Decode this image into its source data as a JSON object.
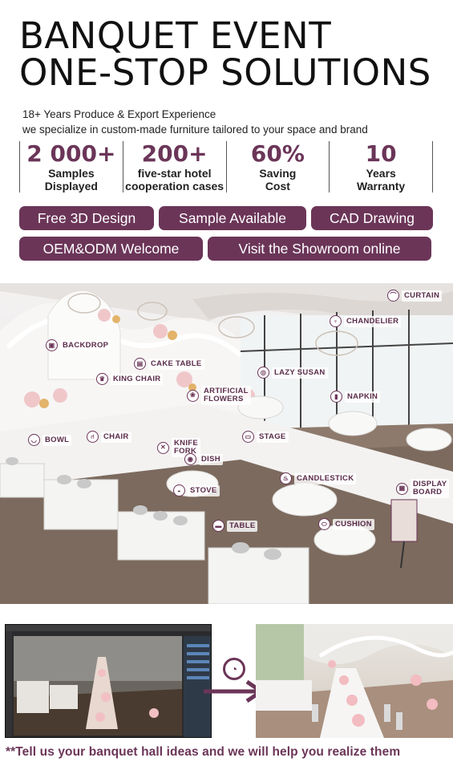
{
  "title": {
    "line1": "BANQUET EVENT",
    "line2": "ONE-STOP SOLUTIONS"
  },
  "subtitle": {
    "line1": "18+ Years Produce & Export Experience",
    "line2": "we specialize in custom-made furniture tailored to your space and brand"
  },
  "stats": [
    {
      "value": "2 000+",
      "label1": "Samples",
      "label2": "Displayed"
    },
    {
      "value": "200+",
      "label1": "five-star hotel",
      "label2": "cooperation cases"
    },
    {
      "value": "60%",
      "label1": "Saving",
      "label2": "Cost"
    },
    {
      "value": "10",
      "label1": "Years",
      "label2": "Warranty"
    }
  ],
  "services": {
    "row1": [
      "Free 3D Design",
      "Sample Available",
      "CAD Drawing"
    ],
    "row2": [
      "OEM&ODM Welcome",
      "Visit the Showroom online"
    ]
  },
  "hall_tags": {
    "curtain": "CURTAIN",
    "backdrop": "BACKDROP",
    "chandelier": "CHANDELIER",
    "cake_table": "CAKE TABLE",
    "king_chair": "KING CHAIR",
    "lazy_susan": "LAZY SUSAN",
    "artificial_flowers_1": "ARTIFICIAL",
    "artificial_flowers_2": "FLOWERS",
    "napkin": "NAPKIN",
    "bowl": "BOWL",
    "chair": "CHAIR",
    "knife_fork_1": "KNIFE",
    "knife_fork_2": "FORK",
    "stage": "STAGE",
    "dish": "DISH",
    "candlestick": "CANDLESTICK",
    "display_board_1": "DISPLAY",
    "display_board_2": "BOARD",
    "stove": "STOVE",
    "table": "TABLE",
    "cushion": "CUSHION"
  },
  "footer": "**Tell us your banquet hall ideas and we will help you realize them",
  "colors": {
    "brand": "#6b3558",
    "text": "#1a1a1a"
  }
}
